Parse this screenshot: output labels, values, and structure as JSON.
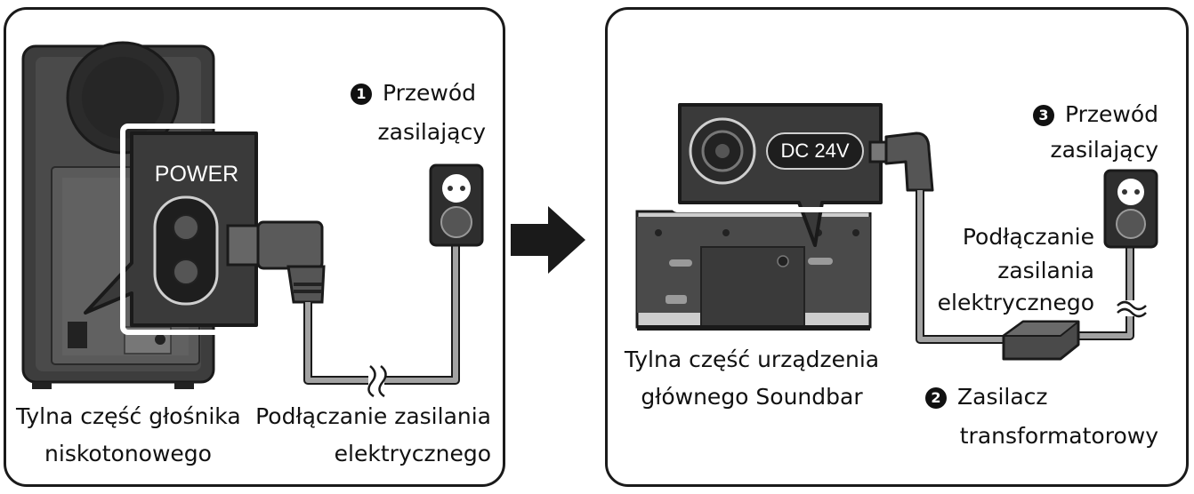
{
  "left_panel": {
    "power_label": "POWER",
    "cord_number": "1",
    "cord_label_line1": "Przewód",
    "cord_label_line2": "zasilający",
    "subwoofer_caption_line1": "Tylna część głośnika",
    "subwoofer_caption_line2": "niskotonowego",
    "outlet_caption_line1": "Podłączanie zasilania",
    "outlet_caption_line2": "elektrycznego"
  },
  "right_panel": {
    "dc_label": "DC 24V",
    "cord_number": "3",
    "cord_label_line1": "Przewód",
    "cord_label_line2": "zasilający",
    "outlet_caption_line1": "Podłączanie",
    "outlet_caption_line2": "zasilania",
    "outlet_caption_line3": "elektrycznego",
    "soundbar_caption_line1": "Tylna część urządzenia",
    "soundbar_caption_line2": "głównego Soundbar",
    "adapter_number": "2",
    "adapter_label_line1": "Zasilacz",
    "adapter_label_line2": "transformatorowy"
  },
  "colors": {
    "outline": "#1a1a1a",
    "device_dark": "#3a3a3a",
    "device_mid": "#8a8a8a",
    "cable_gray": "#9a9a9a",
    "panel_bg": "#ffffff"
  }
}
